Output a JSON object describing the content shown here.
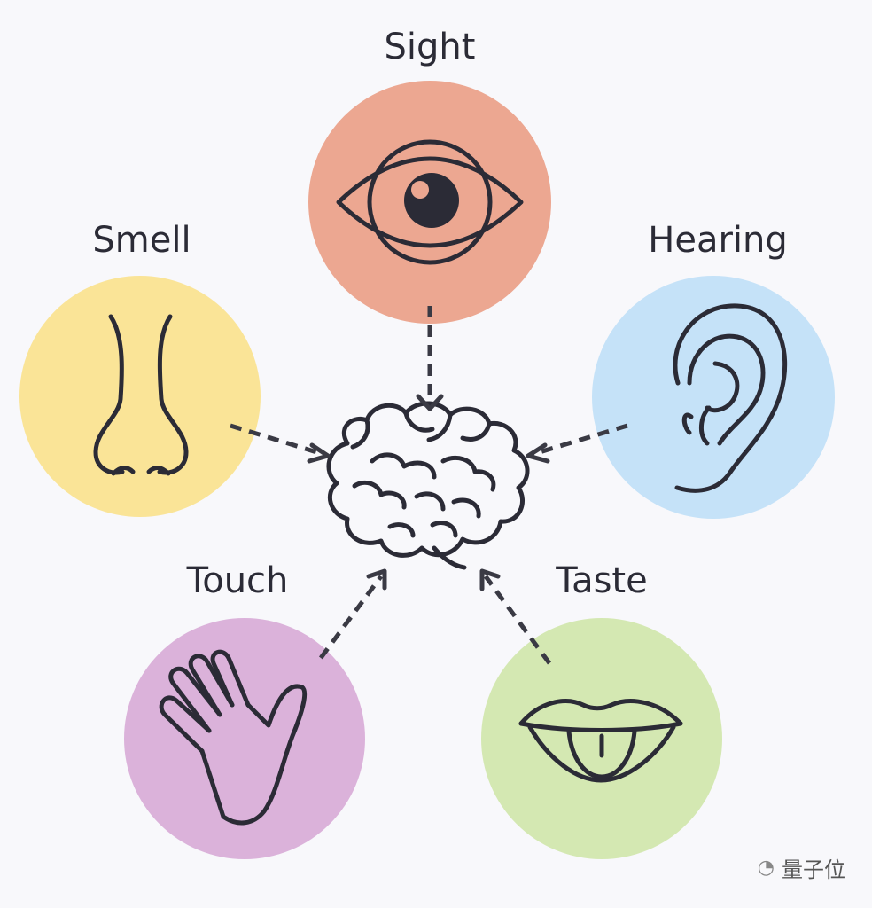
{
  "senses": {
    "sight": {
      "label": "Sight",
      "color": "#eca791",
      "icon": "eye-icon"
    },
    "smell": {
      "label": "Smell",
      "color": "#fae497",
      "icon": "nose-icon"
    },
    "hearing": {
      "label": "Hearing",
      "color": "#c5e2f8",
      "icon": "ear-icon"
    },
    "touch": {
      "label": "Touch",
      "color": "#dbb2da",
      "icon": "hand-icon"
    },
    "taste": {
      "label": "Taste",
      "color": "#d4e8b2",
      "icon": "mouth-tongue-icon"
    }
  },
  "center_icon": "brain-icon",
  "watermark": {
    "text": "量子位",
    "icon": "wechat-icon"
  }
}
